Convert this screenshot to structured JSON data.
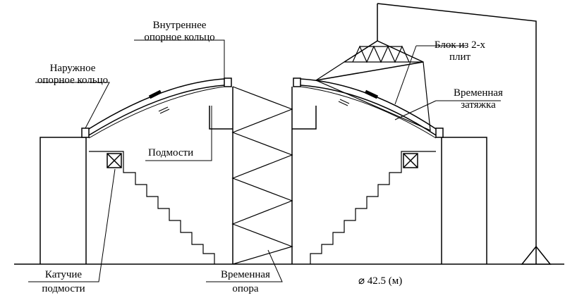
{
  "labels": {
    "inner_ring_line1": "Внутреннее",
    "inner_ring_line2": "опорное кольцо",
    "outer_ring_line1": "Наружное",
    "outer_ring_line2": "опорное кольцо",
    "block_line1": "Блок из 2-х",
    "block_line2": "плит",
    "temp_tie_line1": "Временная",
    "temp_tie_line2": "затяжка",
    "scaffold": "Подмости",
    "rolling_scaffold_line1": "Катучие",
    "rolling_scaffold_line2": "подмости",
    "temp_support_line1": "Временная",
    "temp_support_line2": "опора",
    "diameter": "⌀ 42.5 (м)"
  },
  "colors": {
    "line": "#000000",
    "background": "#ffffff"
  }
}
